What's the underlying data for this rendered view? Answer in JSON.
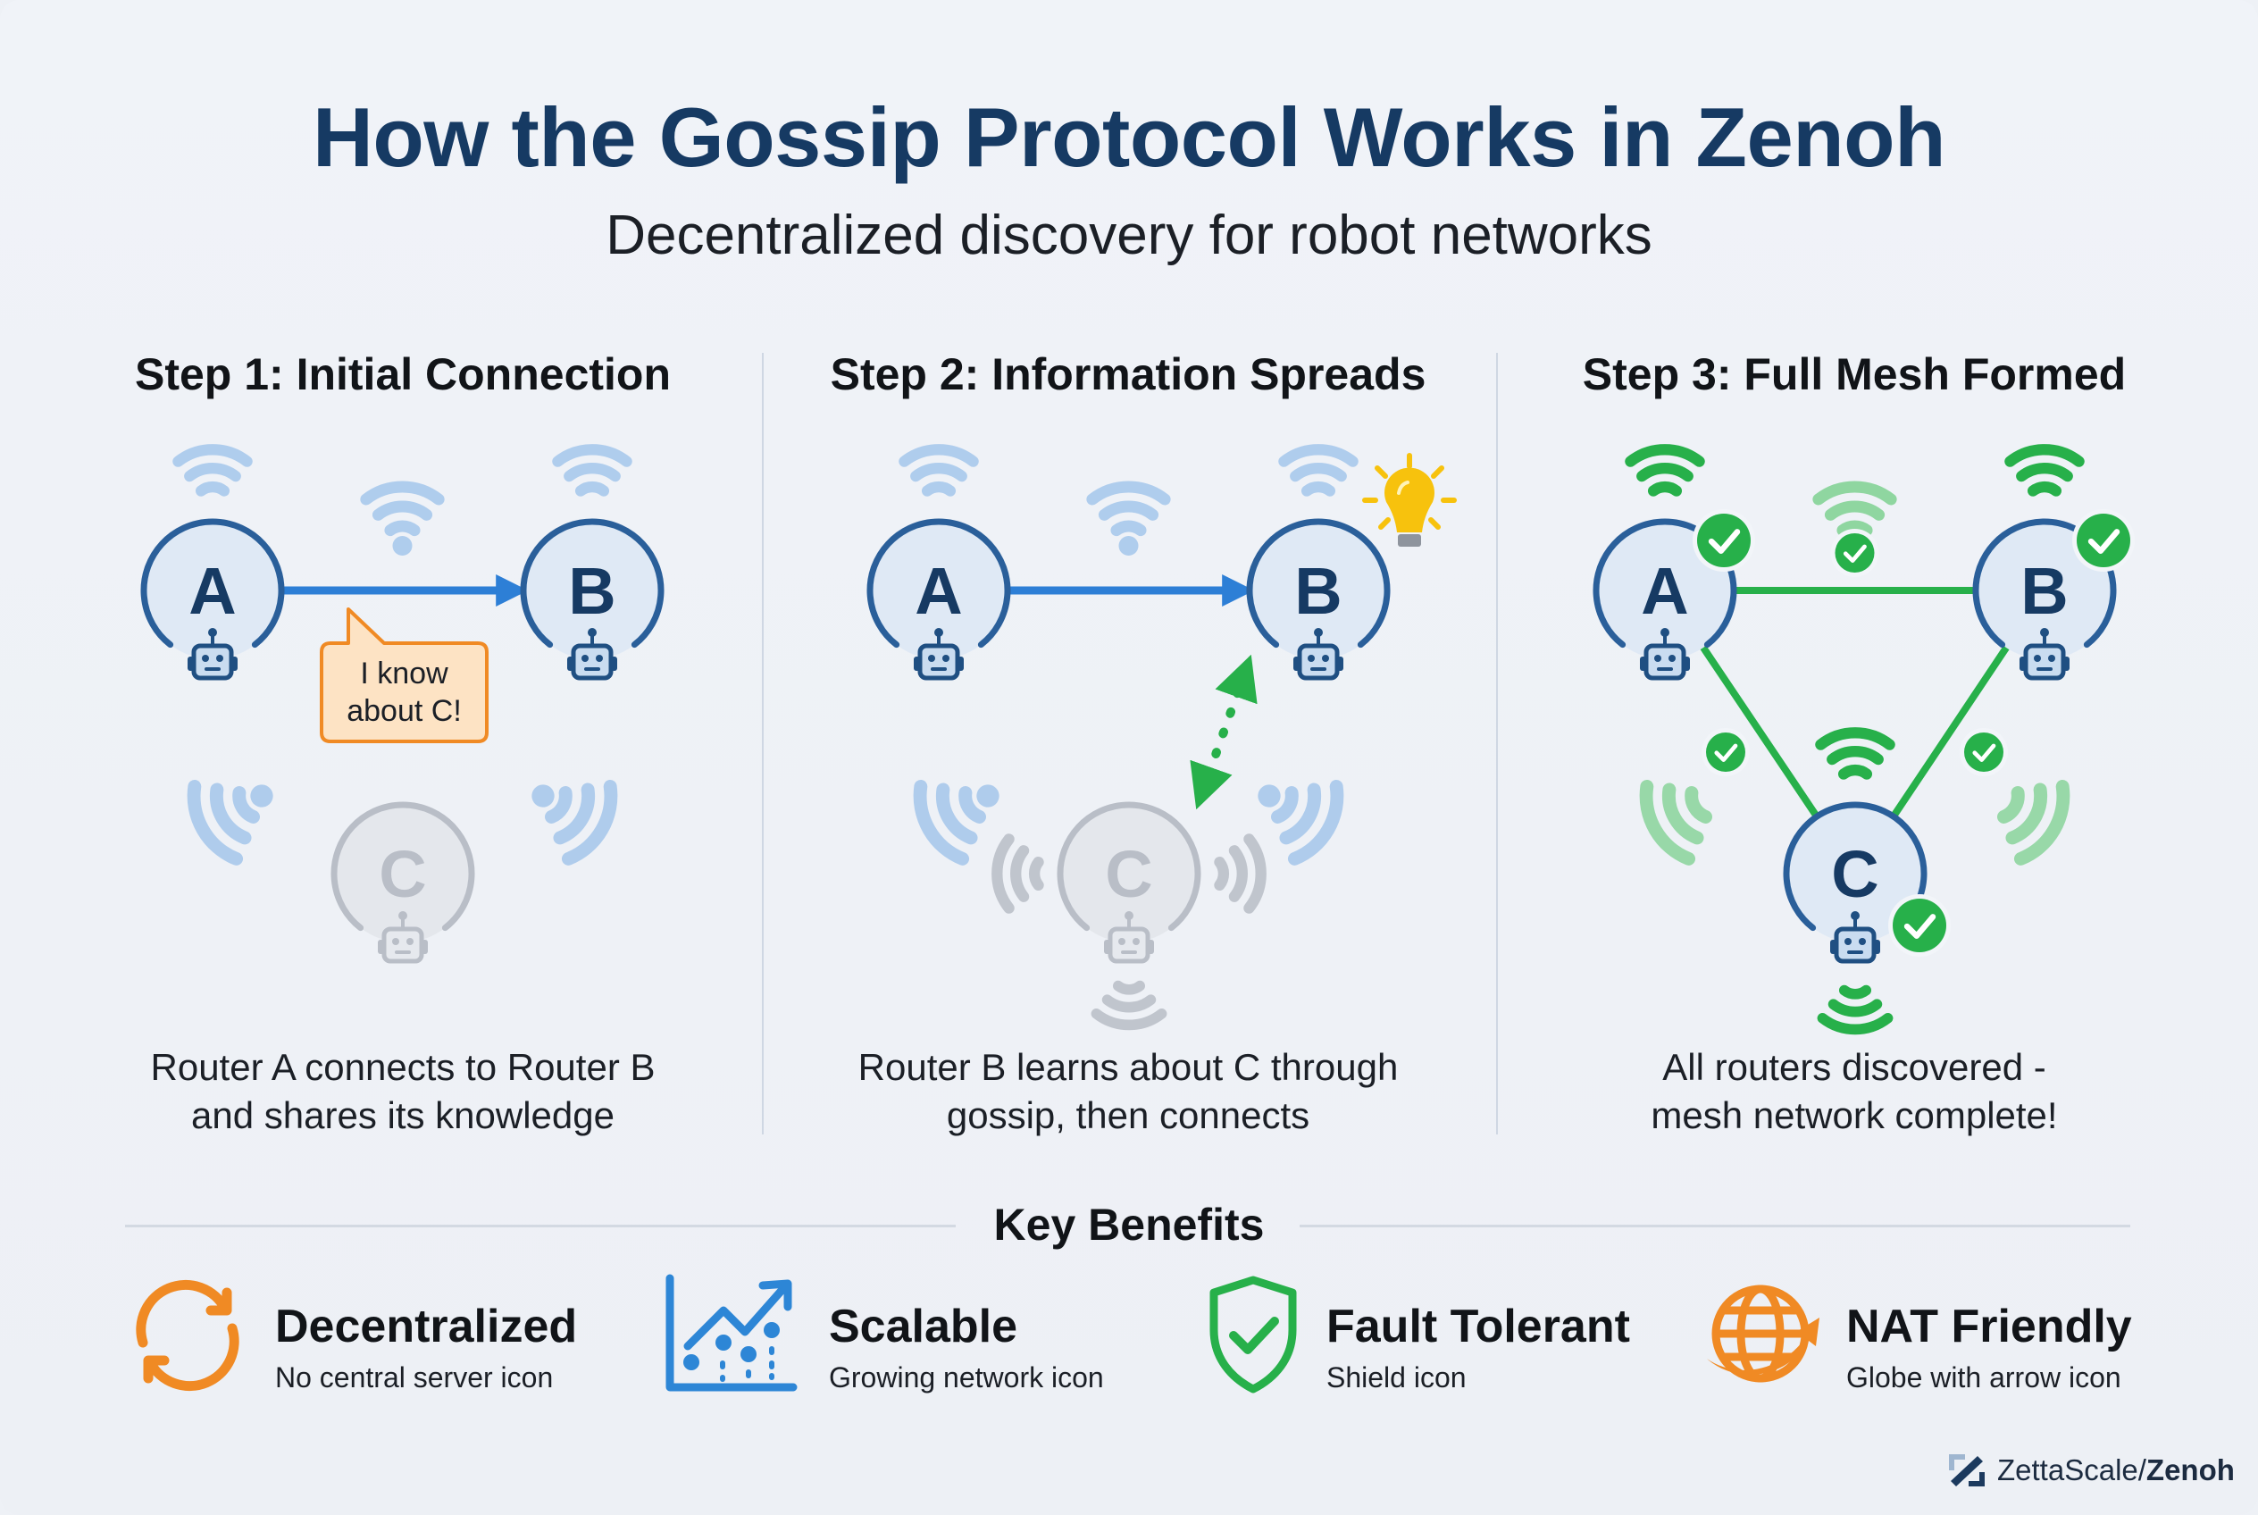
{
  "header": {
    "title": "How the Gossip Protocol Works in Zenoh",
    "subtitle": "Decentralized discovery for robot networks"
  },
  "colors": {
    "title": "#163a63",
    "node_stroke": "#2a5f9a",
    "node_fill": "#dfe9f5",
    "node_letter": "#163a63",
    "inactive": "#b9bec7",
    "arrow_blue": "#2d7fd6",
    "signal_blue": "#a9c9ec",
    "green": "#27b04a",
    "green_light": "#8fd6a0",
    "orange": "#f08a24",
    "bubble_fill": "#fde3c4",
    "bulb": "#f7c20d"
  },
  "steps": [
    {
      "title": "Step 1: Initial Connection",
      "caption": [
        "Router A connects to Router B",
        "and shares its knowledge"
      ],
      "nodes": [
        {
          "label": "A",
          "state": "active"
        },
        {
          "label": "B",
          "state": "active"
        },
        {
          "label": "C",
          "state": "inactive"
        }
      ],
      "links": [
        {
          "from": "A",
          "to": "B",
          "style": "arrow-blue"
        }
      ],
      "bubble": [
        "I know",
        "about C!"
      ]
    },
    {
      "title": "Step 2: Information Spreads",
      "caption": [
        "Router B learns about C through",
        "gossip, then connects"
      ],
      "nodes": [
        {
          "label": "A",
          "state": "active"
        },
        {
          "label": "B",
          "state": "active",
          "badge": "lightbulb"
        },
        {
          "label": "C",
          "state": "inactive"
        }
      ],
      "links": [
        {
          "from": "A",
          "to": "B",
          "style": "arrow-blue"
        },
        {
          "from": "B",
          "to": "C",
          "style": "dotted-green-bidirectional"
        }
      ]
    },
    {
      "title": "Step 3: Full Mesh Formed",
      "caption": [
        "All routers discovered -",
        "mesh network complete!"
      ],
      "nodes": [
        {
          "label": "A",
          "state": "connected"
        },
        {
          "label": "B",
          "state": "connected"
        },
        {
          "label": "C",
          "state": "connected"
        }
      ],
      "links": [
        {
          "from": "A",
          "to": "B",
          "style": "green"
        },
        {
          "from": "A",
          "to": "C",
          "style": "green"
        },
        {
          "from": "B",
          "to": "C",
          "style": "green"
        }
      ]
    }
  ],
  "key_benefits": {
    "title": "Key Benefits",
    "items": [
      {
        "title": "Decentralized",
        "subtitle": "No central server icon",
        "icon": "sync-arrows-icon",
        "color": "#f08a24"
      },
      {
        "title": "Scalable",
        "subtitle": "Growing network icon",
        "icon": "growth-chart-icon",
        "color": "#2d86d6"
      },
      {
        "title": "Fault Tolerant",
        "subtitle": "Shield icon",
        "icon": "shield-check-icon",
        "color": "#27b04a"
      },
      {
        "title": "NAT Friendly",
        "subtitle": "Globe with arrow icon",
        "icon": "globe-arrow-icon",
        "color": "#f08a24"
      }
    ]
  },
  "brand": {
    "prefix": "ZettaScale/",
    "name": "Zenoh"
  }
}
